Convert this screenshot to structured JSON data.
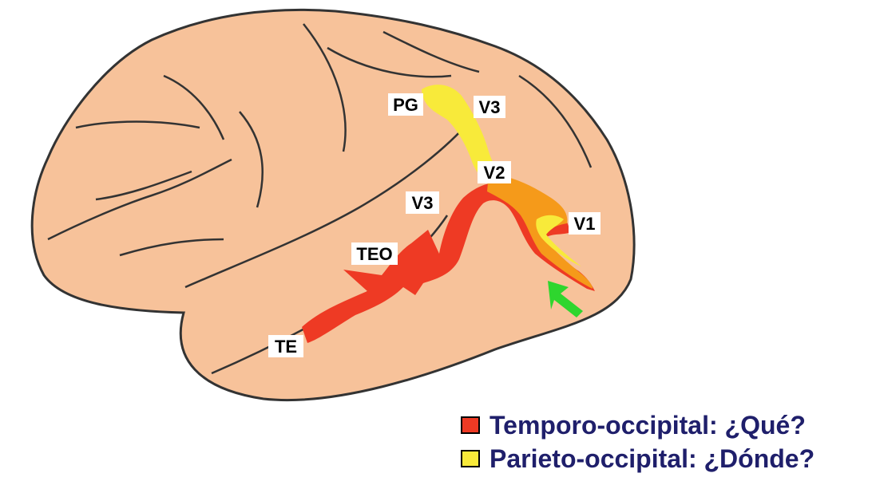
{
  "colors": {
    "cortex_fill": "#f7c29a",
    "outline": "#333333",
    "ventral_stream": "#ee3a24",
    "dorsal_stream": "#f8ea3a",
    "v1_overlap": "#f59a1a",
    "arrow": "#2ed62e",
    "legend_text": "#1f1f6b"
  },
  "labels": {
    "pg": "PG",
    "v3_dorsal": "V3",
    "v2": "V2",
    "v3_ventral": "V3",
    "v1": "V1",
    "teo": "TEO",
    "te": "TE"
  },
  "legend": [
    {
      "text": "Temporo-occipital:  ¿Qué?",
      "color": "#ee3a24"
    },
    {
      "text": "Parieto-occipital:  ¿Dónde?",
      "color": "#f8ea3a"
    }
  ]
}
